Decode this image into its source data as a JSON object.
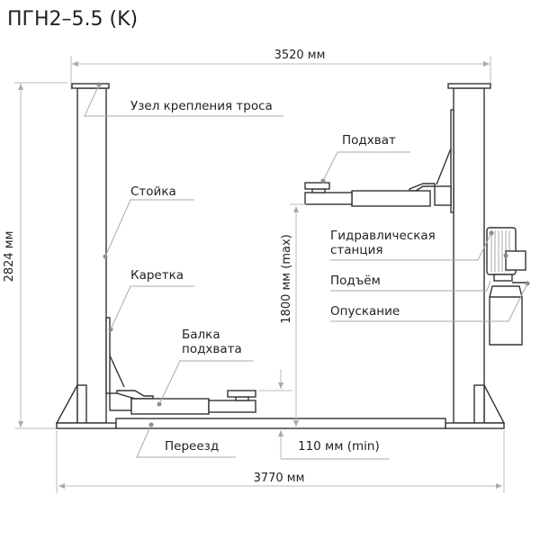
{
  "title": "ПГН2–5.5 (K)",
  "dimensions": {
    "width_top": "3520 мм",
    "width_bottom": "3770 мм",
    "height_total": "2824 мм",
    "lift_height": "1800 мм (max)",
    "min_height": "110 мм (min)"
  },
  "labels": {
    "cable_mount": "Узел крепления троса",
    "column": "Стойка",
    "carriage": "Каретка",
    "arm_line1": "Балка",
    "arm_line2": "подхвата",
    "pickup": "Подхват",
    "hydraulic_line1": "Гидравлическая",
    "hydraulic_line2": "станция",
    "raise": "Подъём",
    "lower": "Опускание",
    "ramp": "Переезд"
  }
}
